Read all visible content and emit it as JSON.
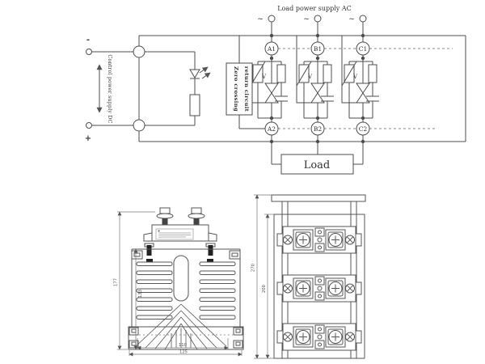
{
  "circuit": {
    "load_power_label": "Load power supply AC",
    "control_power_label": "Control power supply DC",
    "zero_crossing_line1": "Zero crossing",
    "zero_crossing_line2": "return circuit",
    "load_label": "Load",
    "minus_label": "-",
    "plus_label": "+",
    "ac_tilde": "~",
    "varistor_label": "V",
    "phases": [
      {
        "top_terminal": "A1",
        "bottom_terminal": "A2"
      },
      {
        "top_terminal": "B1",
        "bottom_terminal": "B2"
      },
      {
        "top_terminal": "C1",
        "bottom_terminal": "C2"
      }
    ]
  },
  "side_view": {
    "dim_overall_height": "177",
    "dim_heatsink_height": "133",
    "dim_inner_width": "110",
    "dim_outer_width": "125"
  },
  "top_view": {
    "dim_overall_length": "270",
    "dim_body_length": "200"
  },
  "colors": {
    "line": "#4d4d4d",
    "text": "#333333",
    "background": "#ffffff"
  }
}
